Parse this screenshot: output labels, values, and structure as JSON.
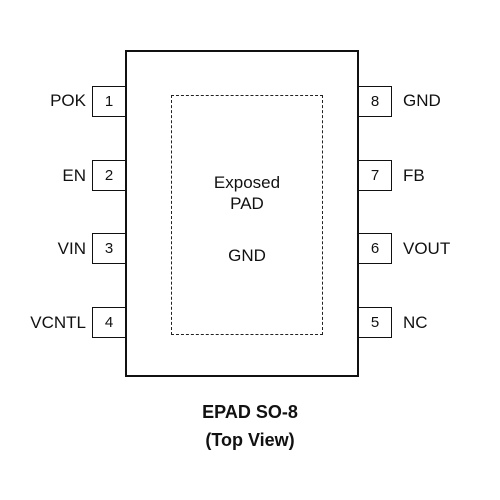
{
  "package": {
    "pad_label_line1": "Exposed",
    "pad_label_line2": "PAD",
    "pad_net": "GND"
  },
  "pins_left": [
    {
      "number": "1",
      "name": "POK"
    },
    {
      "number": "2",
      "name": "EN"
    },
    {
      "number": "3",
      "name": "VIN"
    },
    {
      "number": "4",
      "name": "VCNTL"
    }
  ],
  "pins_right": [
    {
      "number": "8",
      "name": "GND"
    },
    {
      "number": "7",
      "name": "FB"
    },
    {
      "number": "6",
      "name": "VOUT"
    },
    {
      "number": "5",
      "name": "NC"
    }
  ],
  "caption": {
    "line1": "EPAD SO-8",
    "line2": "(Top View)"
  }
}
